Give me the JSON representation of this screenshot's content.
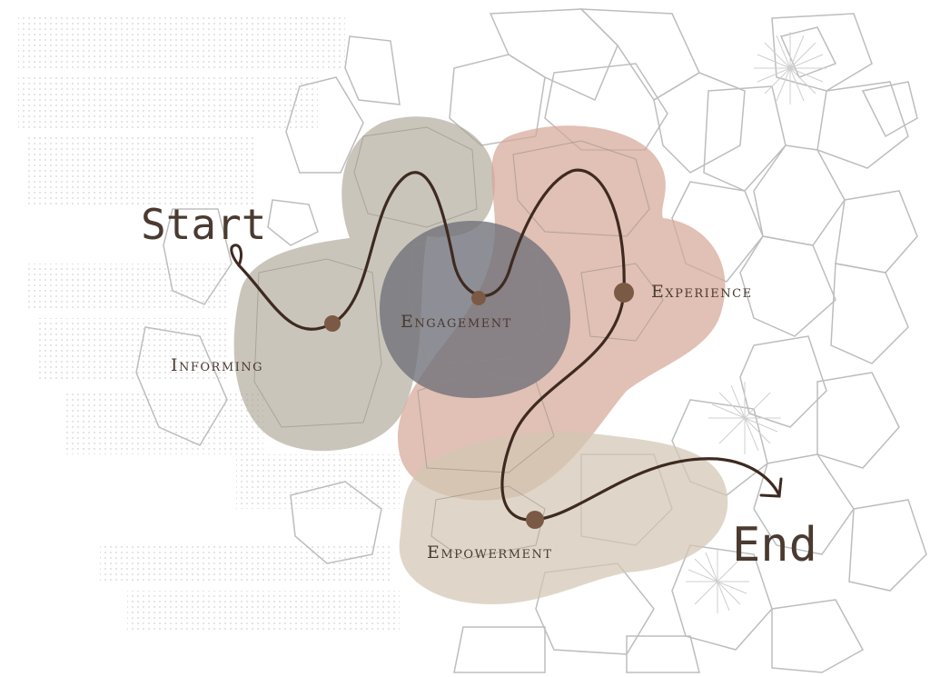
{
  "diagram": {
    "start_label": "Start",
    "end_label": "End",
    "stages": [
      {
        "id": "informing",
        "label": "Informing",
        "color": "#a9a292"
      },
      {
        "id": "engagement",
        "label": "Engagement",
        "color": "#6e6f78"
      },
      {
        "id": "experience",
        "label": "Experience",
        "color": "#d6a898"
      },
      {
        "id": "empowerment",
        "label": "Empowerment",
        "color": "#d3c6b4"
      }
    ],
    "path_color": "#3e2a20",
    "node_color": "#7a5a44"
  }
}
